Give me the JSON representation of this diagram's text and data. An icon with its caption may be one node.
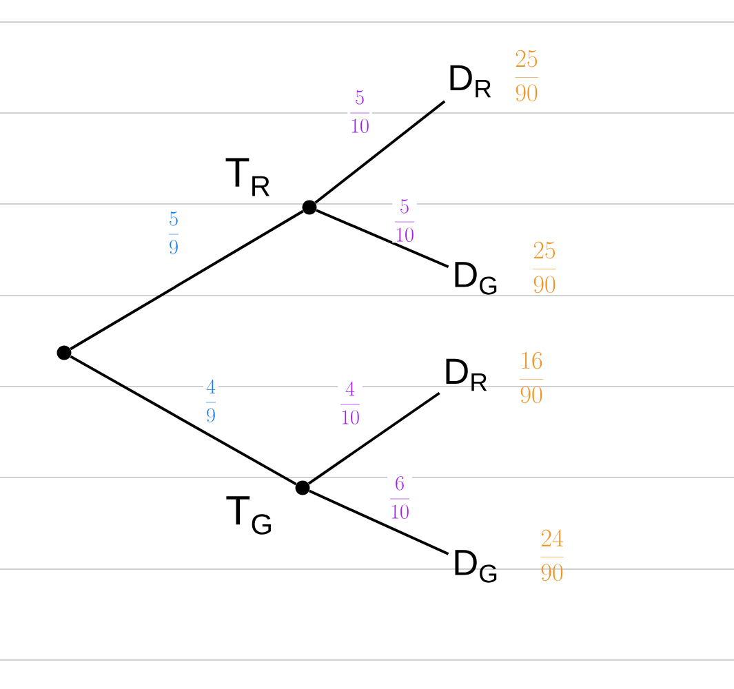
{
  "diagram": {
    "nodes": [
      {
        "text": [],
        "shape": "circle"
      },
      {
        "text": [],
        "shape": "circle",
        "beside": [
          "T$_{R}$"
        ]
      },
      {
        "text": [],
        "shape": "circle",
        "beside": [
          "T$_{G}$"
        ]
      },
      {
        "text": [
          "D$_{R}$"
        ],
        "beside": [
          "\\frac{25}{90}"
        ]
      },
      {
        "text": [
          "D$_{G}$"
        ],
        "beside": [
          "\\frac{25}{90}"
        ]
      },
      {
        "text": [
          "D$_{R}$"
        ],
        "beside": [
          "\\frac{16}{90}"
        ]
      },
      {
        "text": [
          "D$_{G}$"
        ],
        "beside": [
          "\\frac{24}{90}"
        ]
      }
    ],
    "edges": [
      {
        "from": 0,
        "to": 1,
        "arrow": "none",
        "label": "\\frac{5}{9}"
      },
      {
        "from": 0,
        "to": 2,
        "arrow": "none",
        "label": "\\frac{4}{9}"
      },
      {
        "from": 1,
        "to": 3,
        "arrow": "none",
        "label": "\\frac{5}{10}"
      },
      {
        "from": 1,
        "to": 4,
        "arrow": "none",
        "label": "\\frac{5}{10}"
      },
      {
        "from": 2,
        "to": 5,
        "arrow": "none",
        "label": "\\frac{4}{10}"
      },
      {
        "from": 2,
        "to": 6,
        "arrow": "none",
        "label": "\\frac{6}{10}"
      }
    ]
  }
}
